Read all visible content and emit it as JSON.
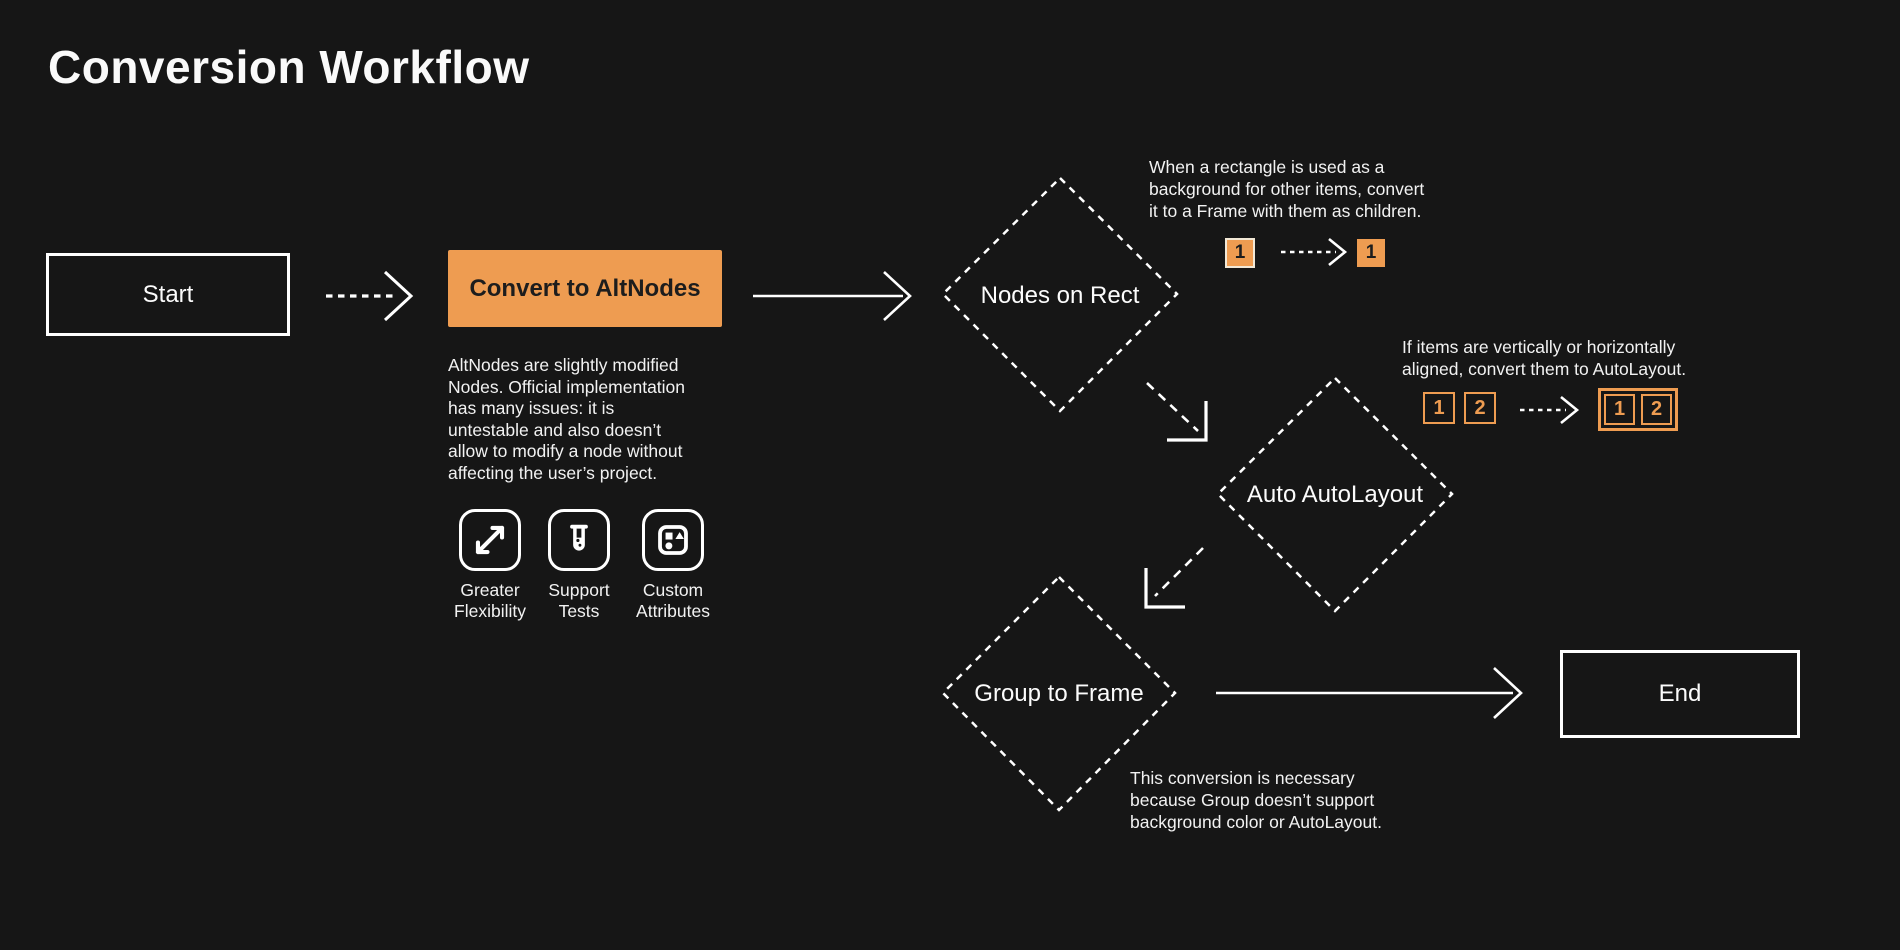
{
  "page": {
    "title": "Conversion Workflow",
    "background_color": "#161616",
    "accent_color": "#EE9C51",
    "stroke_color": "#FFFFFF",
    "badge_border_color": "#F2E8D6"
  },
  "nodes": {
    "start": {
      "label": "Start",
      "type": "terminal"
    },
    "convert_to_altnodes": {
      "label": "Convert to AltNodes",
      "type": "process"
    },
    "nodes_on_rect": {
      "label": "Nodes on Rect",
      "type": "decision"
    },
    "auto_autolayout": {
      "label": "Auto AutoLayout",
      "type": "decision"
    },
    "group_to_frame": {
      "label": "Group to Frame",
      "type": "decision"
    },
    "end": {
      "label": "End",
      "type": "terminal"
    }
  },
  "altnodes_note": {
    "text": "AltNodes are slightly modified\nNodes. Official implementation\nhas many issues: it is\nuntestable and also doesn’t\nallow to modify a node without\naffecting the user’s project."
  },
  "features": [
    {
      "icon": "expand-arrows-icon",
      "label": "Greater\nFlexibility"
    },
    {
      "icon": "test-tube-icon",
      "label": "Support\nTests"
    },
    {
      "icon": "shapes-icon",
      "label": "Custom\nAttributes"
    }
  ],
  "annotations": {
    "rect_to_frame": {
      "text": "When a rectangle is used as a\nbackground for other items, convert\nit to a Frame with them as children.",
      "before_item": "1",
      "after_item": "1"
    },
    "autolayout": {
      "text": "If items are vertically or horizontally\naligned, convert them to AutoLayout.",
      "before_items": [
        "1",
        "2"
      ],
      "after_items": [
        "1",
        "2"
      ]
    },
    "group_to_frame": {
      "text": "This conversion is necessary\nbecause Group doesn’t support\nbackground color or AutoLayout."
    }
  }
}
